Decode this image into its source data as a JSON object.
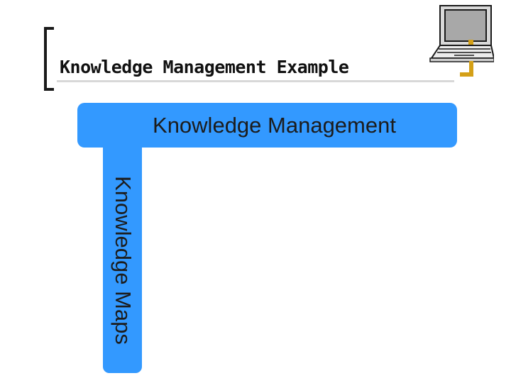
{
  "slide": {
    "title": "Knowledge Management Example"
  },
  "diagram": {
    "top_label": "Knowledge Management",
    "side_label": "Knowledge Maps",
    "bar_color": "#3399ff"
  },
  "icons": {
    "corner": "laptop-icon",
    "accent_color": "#d4a017"
  }
}
